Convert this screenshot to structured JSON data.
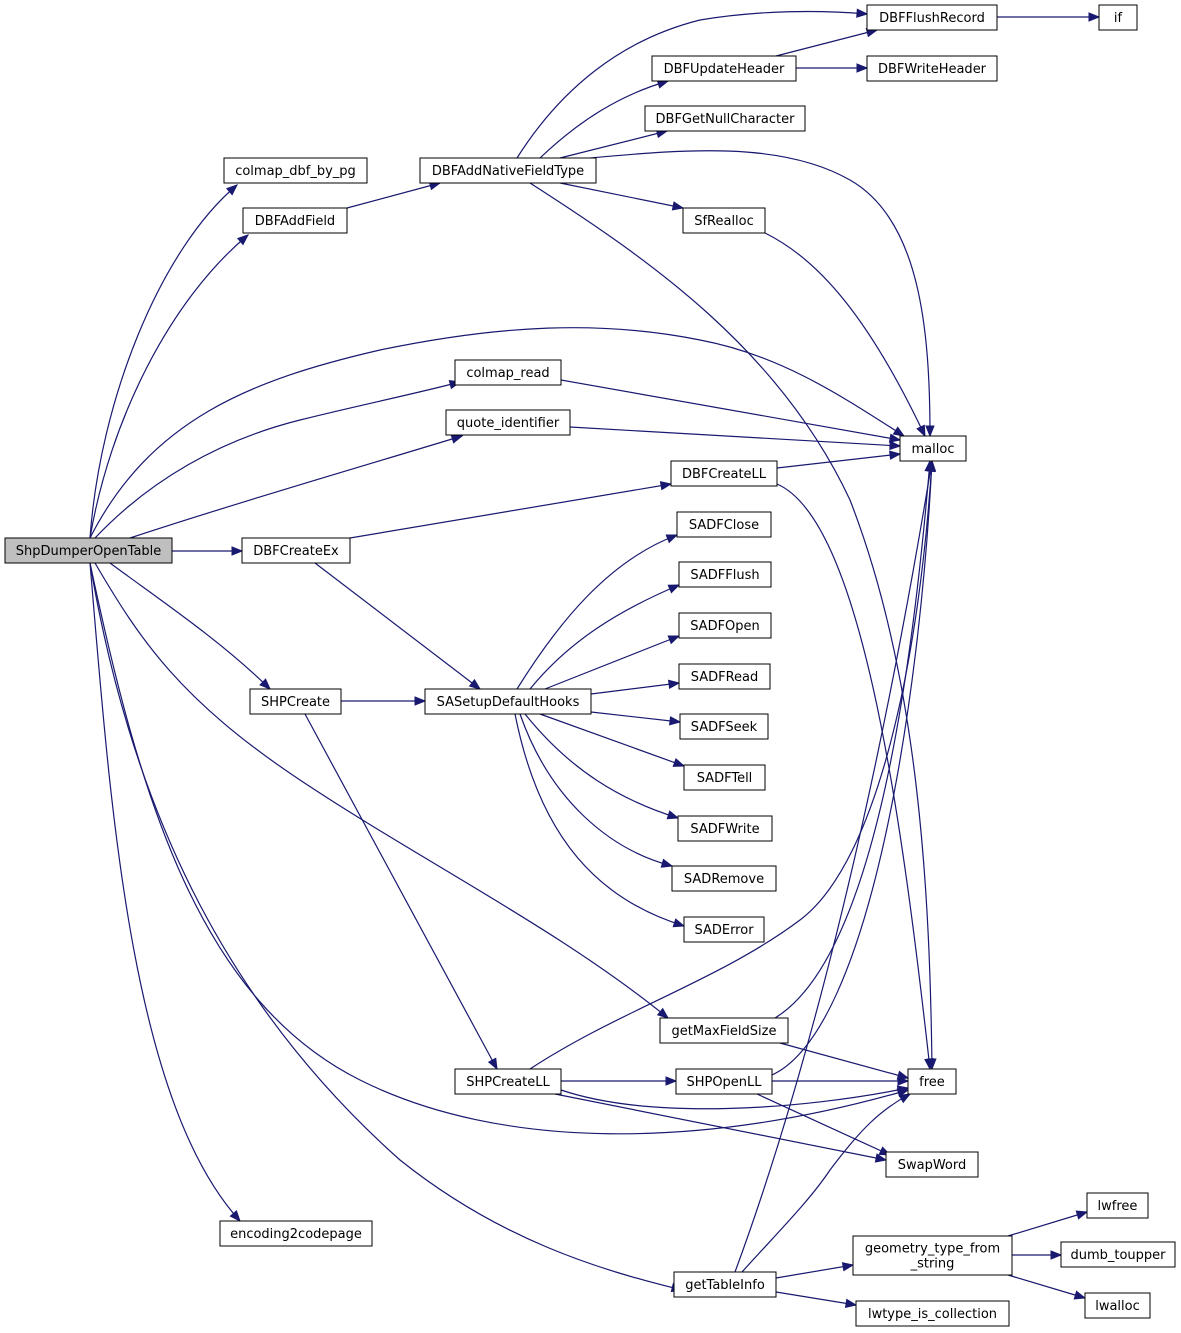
{
  "nodes": {
    "ShpDumperOpenTable": "ShpDumperOpenTable",
    "colmap_dbf_by_pg": "colmap_dbf_by_pg",
    "DBFAddField": "DBFAddField",
    "DBFAddNativeFieldType": "DBFAddNativeFieldType",
    "DBFFlushRecord": "DBFFlushRecord",
    "if": "if",
    "DBFUpdateHeader": "DBFUpdateHeader",
    "DBFWriteHeader": "DBFWriteHeader",
    "DBFGetNullCharacter": "DBFGetNullCharacter",
    "SfRealloc": "SfRealloc",
    "malloc": "malloc",
    "free": "free",
    "colmap_read": "colmap_read",
    "quote_identifier": "quote_identifier",
    "DBFCreateEx": "DBFCreateEx",
    "DBFCreateLL": "DBFCreateLL",
    "SASetupDefaultHooks": "SASetupDefaultHooks",
    "SADFClose": "SADFClose",
    "SADFFlush": "SADFFlush",
    "SADFOpen": "SADFOpen",
    "SADFRead": "SADFRead",
    "SADFSeek": "SADFSeek",
    "SADFTell": "SADFTell",
    "SADFWrite": "SADFWrite",
    "SADRemove": "SADRemove",
    "SADError": "SADError",
    "SHPCreate": "SHPCreate",
    "SHPCreateLL": "SHPCreateLL",
    "SHPOpenLL": "SHPOpenLL",
    "SwapWord": "SwapWord",
    "getMaxFieldSize": "getMaxFieldSize",
    "getTableInfo": "getTableInfo",
    "geometry_type_from_string": [
      "geometry_type_from",
      "_string"
    ],
    "lwfree": "lwfree",
    "dumb_toupper": "dumb_toupper",
    "lwalloc": "lwalloc",
    "lwtype_is_collection": "lwtype_is_collection",
    "encoding2codepage": "encoding2codepage"
  },
  "edges": [
    [
      "ShpDumperOpenTable",
      "colmap_dbf_by_pg"
    ],
    [
      "ShpDumperOpenTable",
      "DBFAddField"
    ],
    [
      "ShpDumperOpenTable",
      "malloc"
    ],
    [
      "ShpDumperOpenTable",
      "colmap_read"
    ],
    [
      "ShpDumperOpenTable",
      "quote_identifier"
    ],
    [
      "ShpDumperOpenTable",
      "DBFCreateEx"
    ],
    [
      "ShpDumperOpenTable",
      "SHPCreate"
    ],
    [
      "ShpDumperOpenTable",
      "getMaxFieldSize"
    ],
    [
      "ShpDumperOpenTable",
      "free"
    ],
    [
      "ShpDumperOpenTable",
      "getTableInfo"
    ],
    [
      "ShpDumperOpenTable",
      "encoding2codepage"
    ],
    [
      "DBFAddField",
      "DBFAddNativeFieldType"
    ],
    [
      "DBFAddNativeFieldType",
      "DBFFlushRecord"
    ],
    [
      "DBFAddNativeFieldType",
      "DBFUpdateHeader"
    ],
    [
      "DBFAddNativeFieldType",
      "DBFGetNullCharacter"
    ],
    [
      "DBFAddNativeFieldType",
      "malloc"
    ],
    [
      "DBFAddNativeFieldType",
      "SfRealloc"
    ],
    [
      "DBFAddNativeFieldType",
      "free"
    ],
    [
      "DBFFlushRecord",
      "if"
    ],
    [
      "DBFUpdateHeader",
      "DBFFlushRecord"
    ],
    [
      "DBFUpdateHeader",
      "DBFWriteHeader"
    ],
    [
      "SfRealloc",
      "malloc"
    ],
    [
      "colmap_read",
      "malloc"
    ],
    [
      "quote_identifier",
      "malloc"
    ],
    [
      "DBFCreateEx",
      "DBFCreateLL"
    ],
    [
      "DBFCreateEx",
      "SASetupDefaultHooks"
    ],
    [
      "DBFCreateLL",
      "malloc"
    ],
    [
      "DBFCreateLL",
      "free"
    ],
    [
      "SASetupDefaultHooks",
      "SADFClose"
    ],
    [
      "SASetupDefaultHooks",
      "SADFFlush"
    ],
    [
      "SASetupDefaultHooks",
      "SADFOpen"
    ],
    [
      "SASetupDefaultHooks",
      "SADFRead"
    ],
    [
      "SASetupDefaultHooks",
      "SADFSeek"
    ],
    [
      "SASetupDefaultHooks",
      "SADFTell"
    ],
    [
      "SASetupDefaultHooks",
      "SADFWrite"
    ],
    [
      "SASetupDefaultHooks",
      "SADRemove"
    ],
    [
      "SASetupDefaultHooks",
      "SADError"
    ],
    [
      "SHPCreate",
      "SASetupDefaultHooks"
    ],
    [
      "SHPCreate",
      "SHPCreateLL"
    ],
    [
      "SHPCreateLL",
      "malloc"
    ],
    [
      "SHPCreateLL",
      "SHPOpenLL"
    ],
    [
      "SHPCreateLL",
      "free"
    ],
    [
      "SHPCreateLL",
      "SwapWord"
    ],
    [
      "SHPOpenLL",
      "malloc"
    ],
    [
      "SHPOpenLL",
      "free"
    ],
    [
      "SHPOpenLL",
      "SwapWord"
    ],
    [
      "getMaxFieldSize",
      "malloc"
    ],
    [
      "getMaxFieldSize",
      "free"
    ],
    [
      "getTableInfo",
      "malloc"
    ],
    [
      "getTableInfo",
      "free"
    ],
    [
      "getTableInfo",
      "geometry_type_from_string"
    ],
    [
      "getTableInfo",
      "lwtype_is_collection"
    ],
    [
      "geometry_type_from_string",
      "lwfree"
    ],
    [
      "geometry_type_from_string",
      "dumb_toupper"
    ],
    [
      "geometry_type_from_string",
      "lwalloc"
    ]
  ],
  "colors": {
    "edge": "#191970",
    "root_fill": "#bfbfbf",
    "node_fill": "#ffffff",
    "node_border": "#000000"
  }
}
